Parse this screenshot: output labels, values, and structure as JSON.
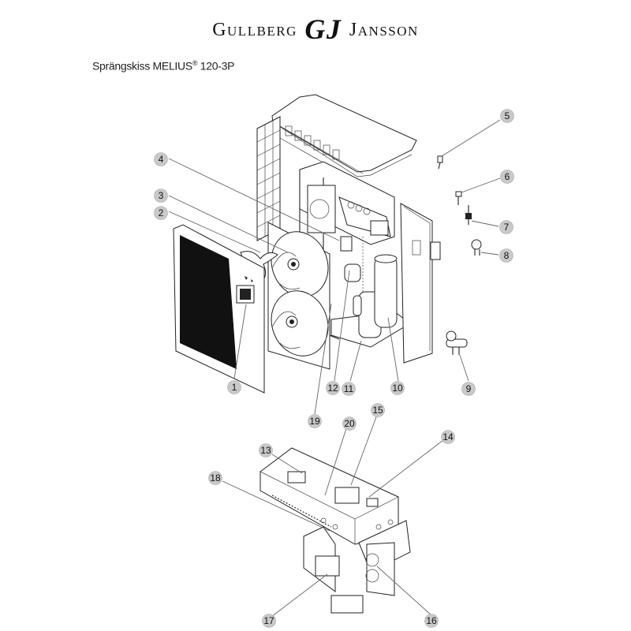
{
  "header": {
    "brand_left": "Gullberg",
    "brand_monogram": "GJ",
    "brand_right": "Jansson",
    "title_prefix": "Sprängskiss MELIUS",
    "title_reg": "®",
    "title_suffix": " 120-3P"
  },
  "callouts": [
    {
      "id": "1",
      "label": "1"
    },
    {
      "id": "2",
      "label": "2"
    },
    {
      "id": "3",
      "label": "3"
    },
    {
      "id": "4",
      "label": "4"
    },
    {
      "id": "5",
      "label": "5"
    },
    {
      "id": "6",
      "label": "6"
    },
    {
      "id": "7",
      "label": "7"
    },
    {
      "id": "8",
      "label": "8"
    },
    {
      "id": "9",
      "label": "9"
    },
    {
      "id": "10",
      "label": "10"
    },
    {
      "id": "11",
      "label": "11"
    },
    {
      "id": "12",
      "label": "12"
    },
    {
      "id": "13",
      "label": "13"
    },
    {
      "id": "14",
      "label": "14"
    },
    {
      "id": "15",
      "label": "15"
    },
    {
      "id": "16",
      "label": "16"
    },
    {
      "id": "17",
      "label": "17"
    },
    {
      "id": "18",
      "label": "18"
    },
    {
      "id": "19",
      "label": "19"
    },
    {
      "id": "20",
      "label": "20"
    }
  ]
}
